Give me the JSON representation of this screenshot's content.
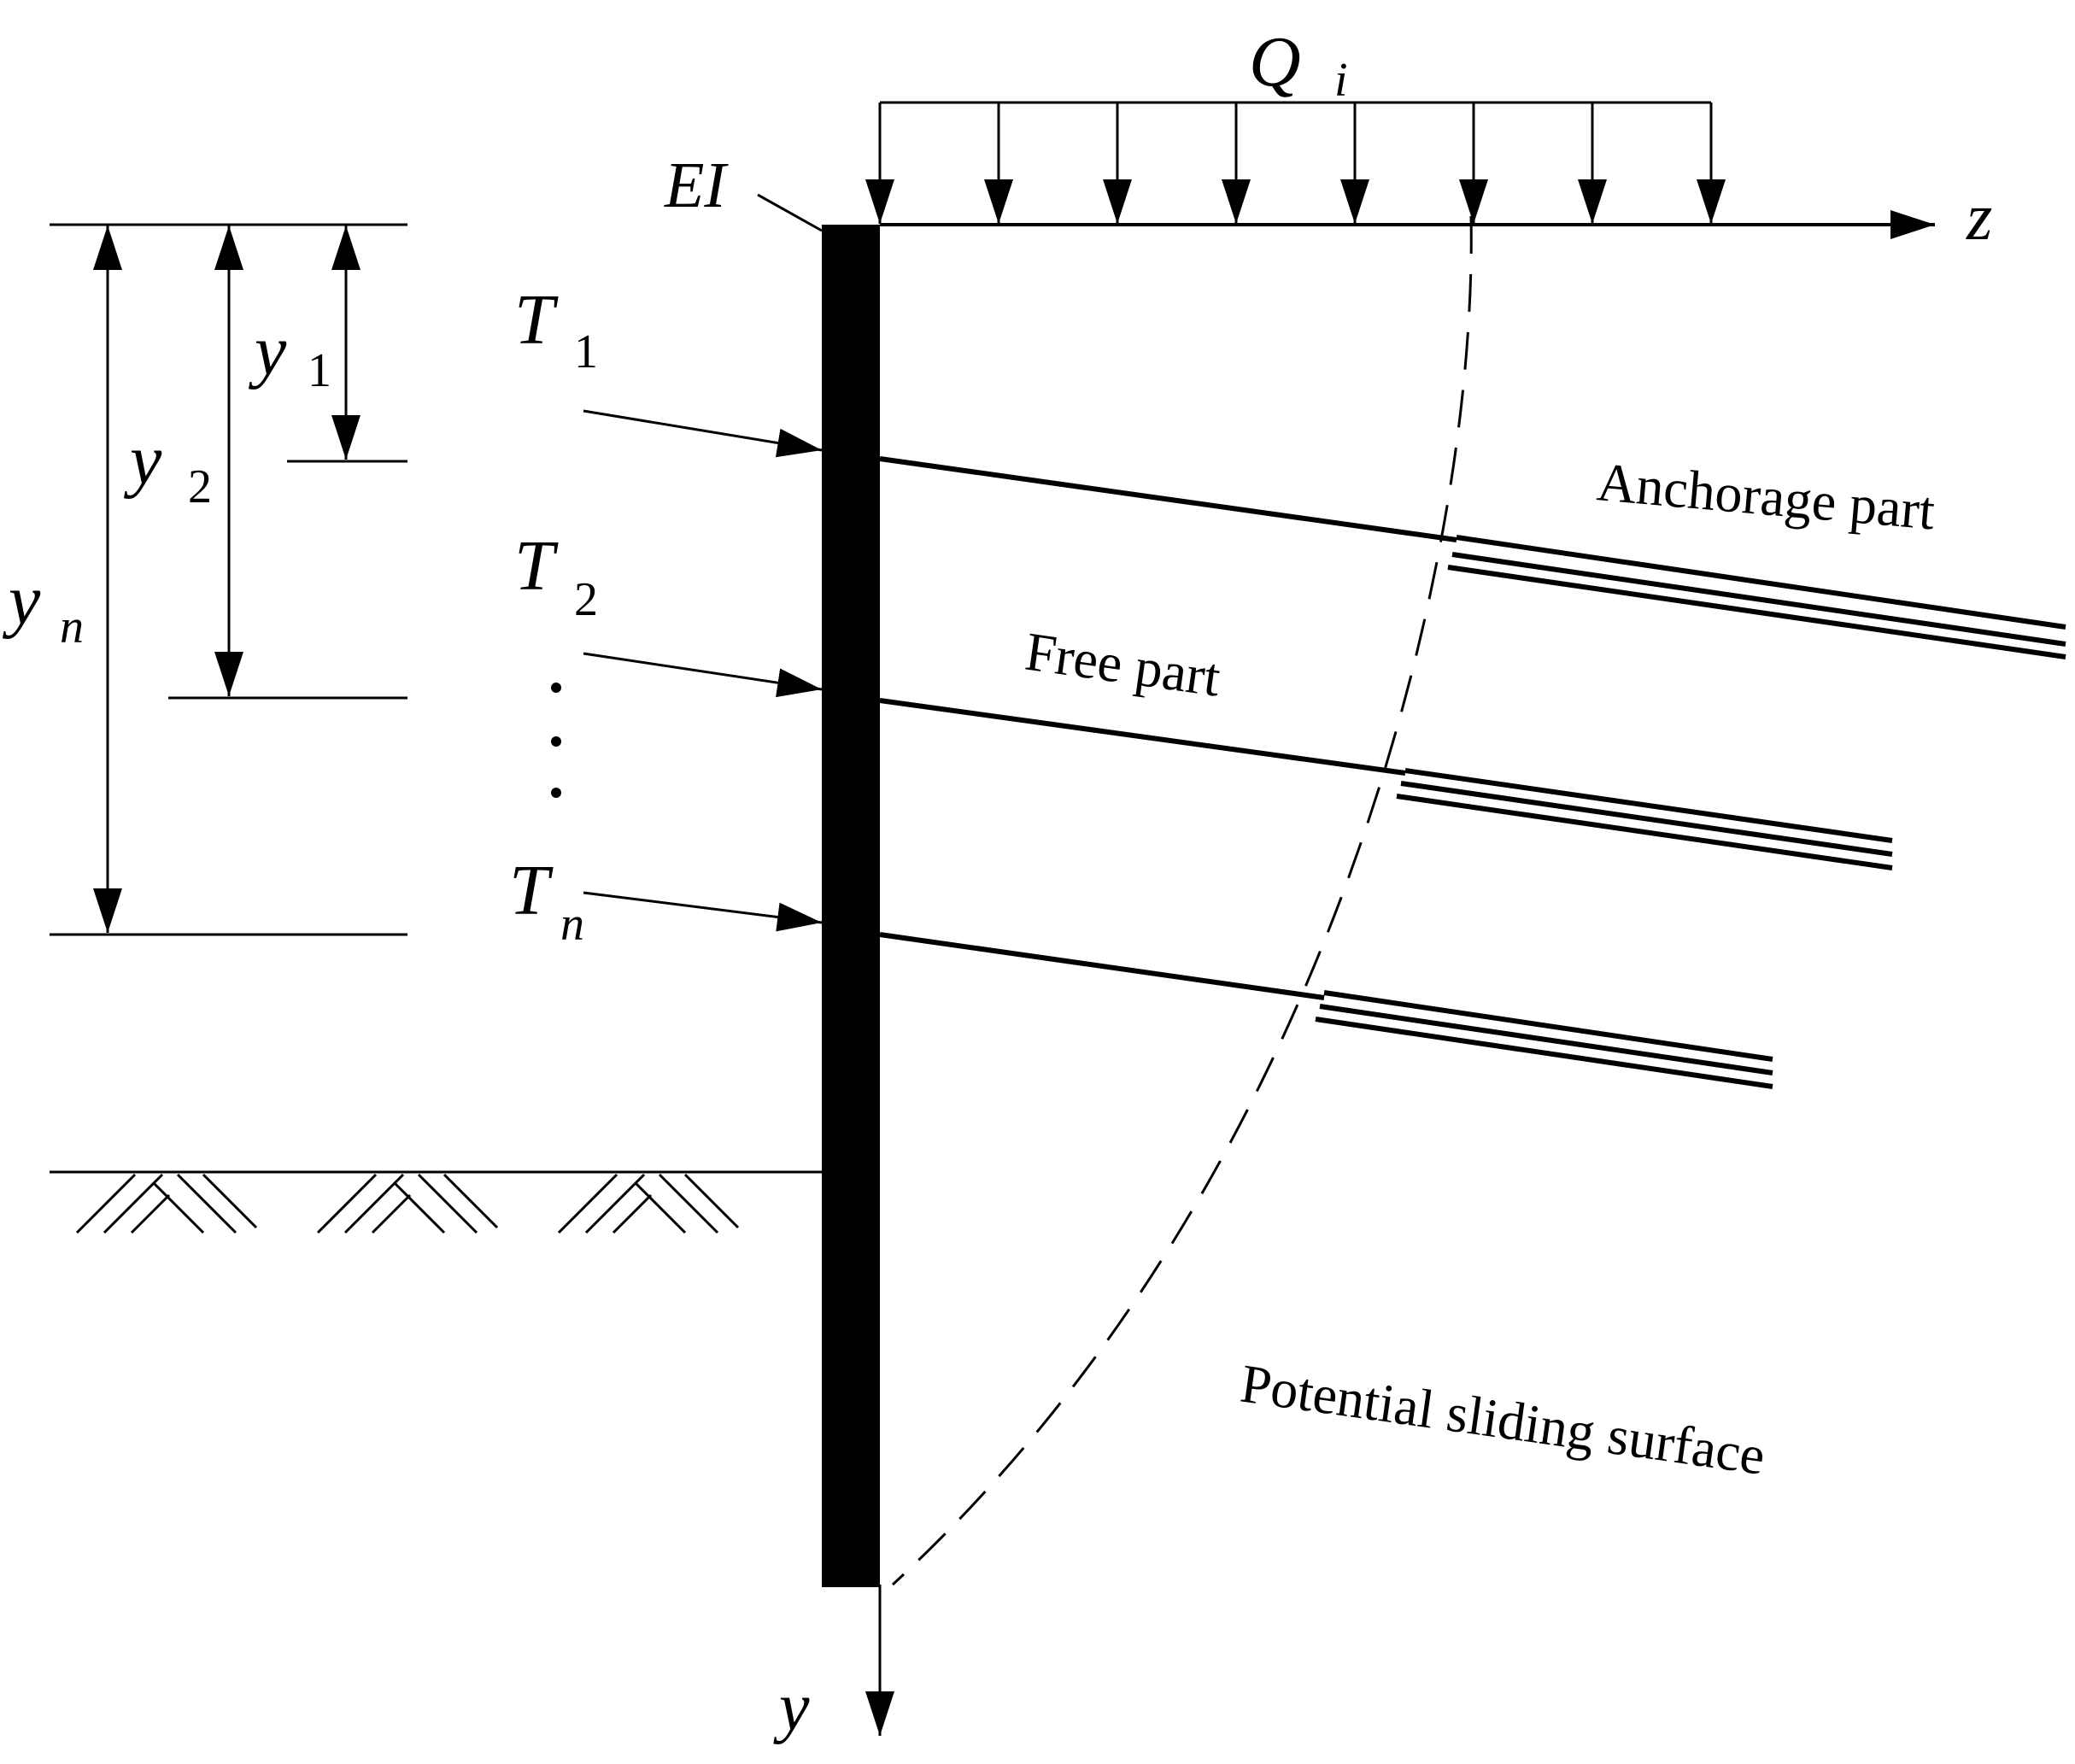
{
  "labels": {
    "load": "Q",
    "load_sub": "i",
    "stiffness": "EI",
    "z_axis": "z",
    "y_axis": "y",
    "t1": "T",
    "t1_sub": "1",
    "t2": "T",
    "t2_sub": "2",
    "tn": "T",
    "tn_sub": "n",
    "y1": "y",
    "y1_sub": "1",
    "y2": "y",
    "y2_sub": "2",
    "yn": "y",
    "yn_sub": "n",
    "anchorage_part": "Anchorage part",
    "free_part": "Free part",
    "sliding_surface": "Potential sliding surface"
  },
  "colors": {
    "ink": "#000000",
    "background": "#ffffff"
  }
}
